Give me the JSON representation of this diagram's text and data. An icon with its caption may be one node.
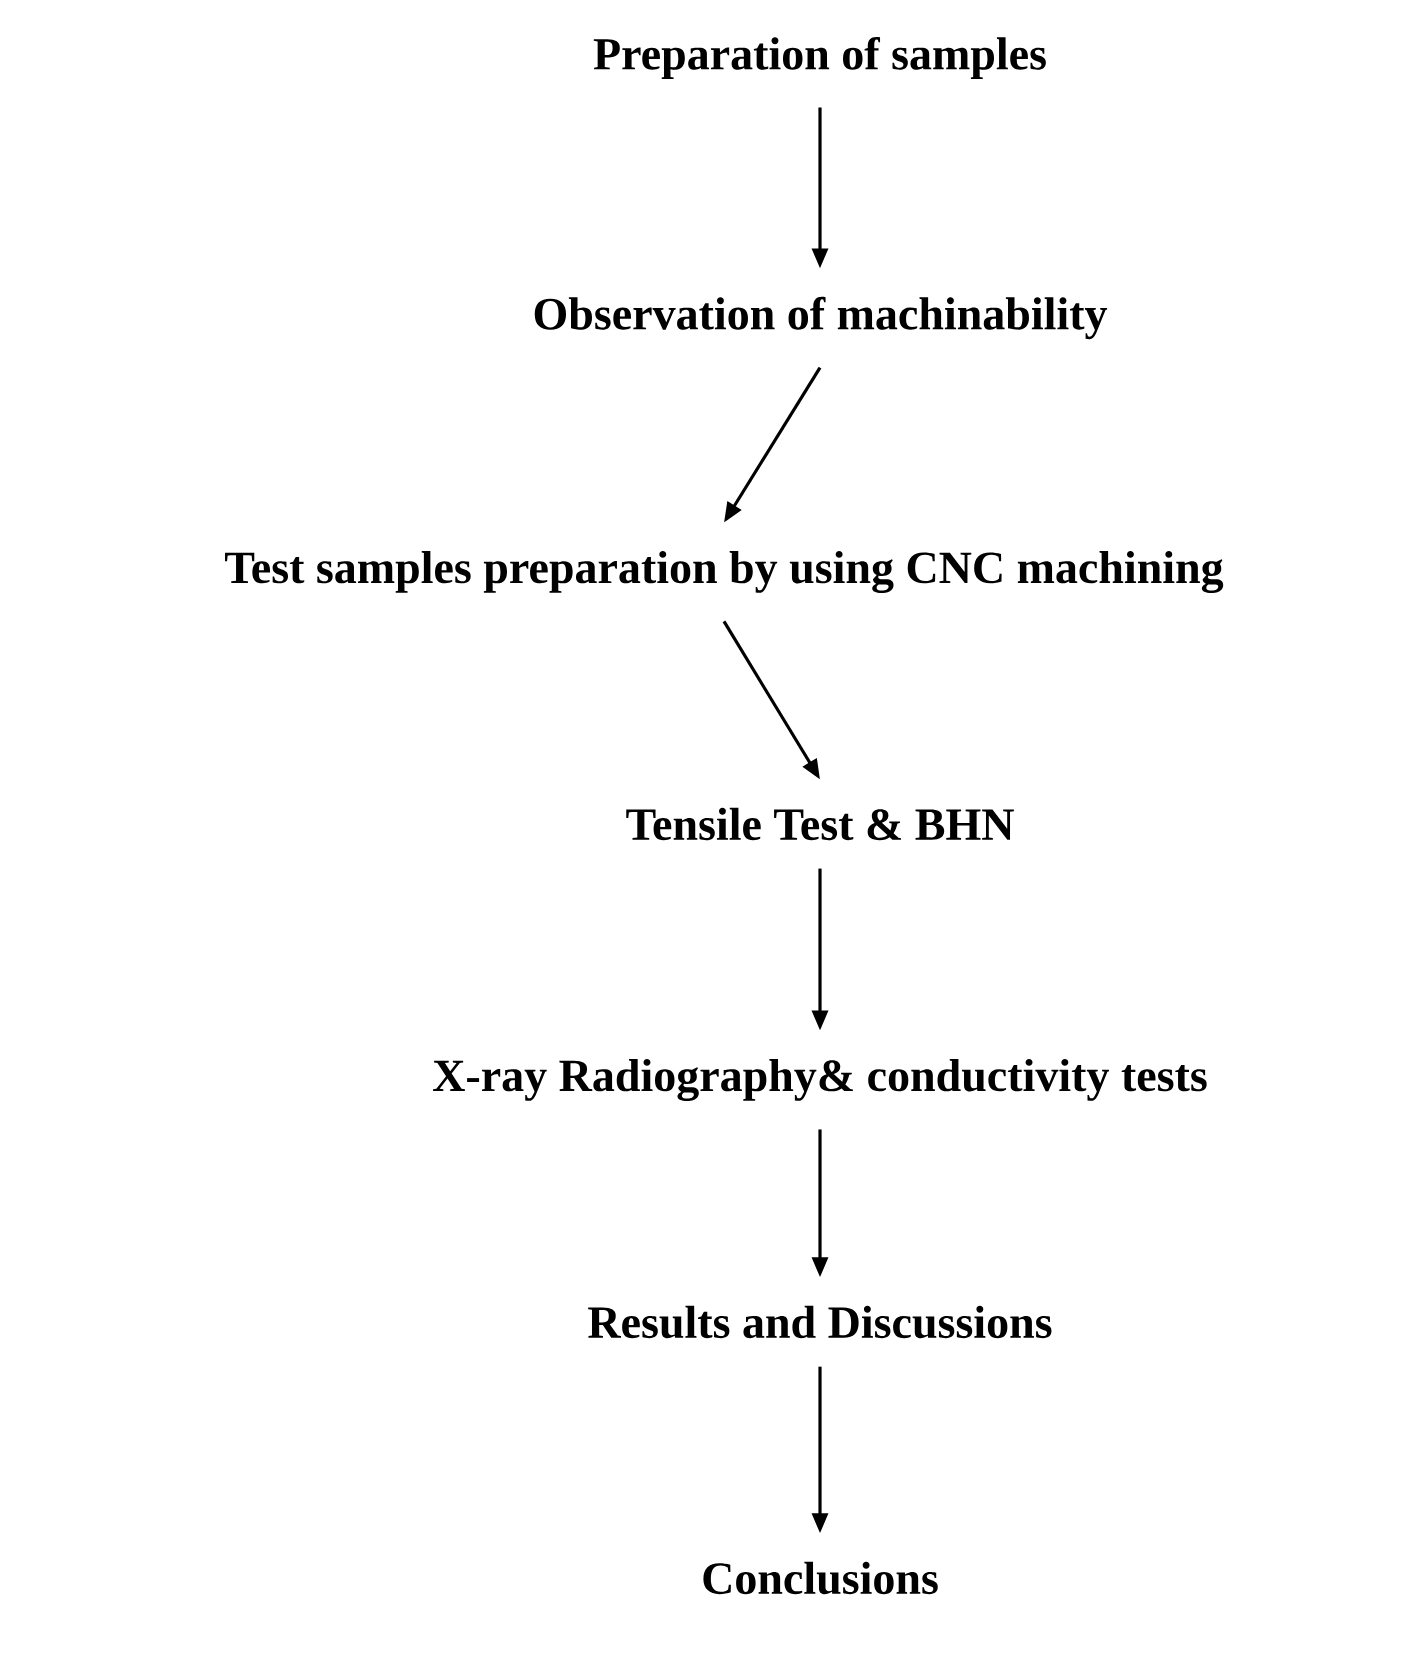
{
  "diagram": {
    "nodes": [
      {
        "text": [
          "Preparation of samples"
        ]
      },
      {
        "text": [
          "Observation of machinability"
        ]
      },
      {
        "text": [
          "Test samples  preparation by using CNC machining"
        ]
      },
      {
        "text": [
          "Tensile Test & BHN"
        ]
      },
      {
        "text": [
          "X-ray Radiography& conductivity tests"
        ]
      },
      {
        "text": [
          "Results and Discussions"
        ]
      },
      {
        "text": [
          "Conclusions"
        ]
      }
    ],
    "edges": [
      {
        "from": 0,
        "to": 1,
        "arrow": "to"
      },
      {
        "from": 1,
        "to": 2,
        "arrow": "to"
      },
      {
        "from": 2,
        "to": 3,
        "arrow": "to"
      },
      {
        "from": 3,
        "to": 4,
        "arrow": "to"
      },
      {
        "from": 4,
        "to": 5,
        "arrow": "to"
      },
      {
        "from": 5,
        "to": 6,
        "arrow": "to"
      }
    ]
  }
}
